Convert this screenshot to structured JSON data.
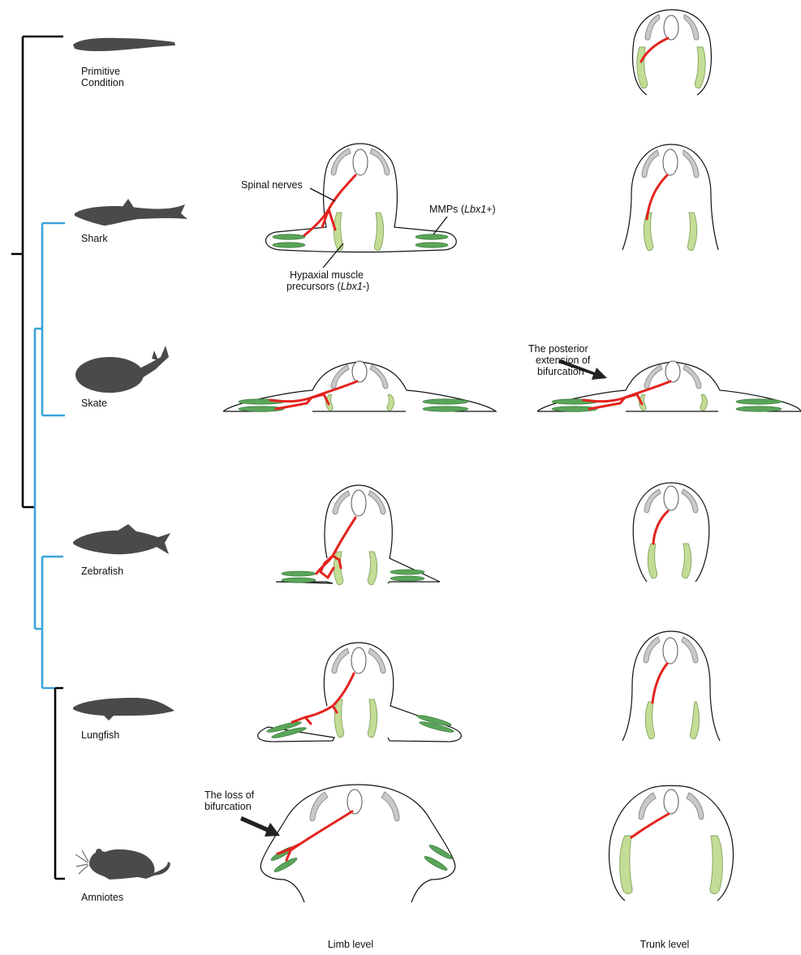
{
  "colors": {
    "nerve": "#e3231f",
    "mmp": "#5aa55a",
    "hypaxial": "#c3dd96",
    "neural": "#c9c9c9",
    "silhouette": "#4a4a4a",
    "tree_basal": "#000000",
    "tree_derived": "#3aa3d8"
  },
  "species": [
    {
      "label_lines": [
        "Primitive",
        "Condition"
      ],
      "icon": "lamprey-silhouette-icon"
    },
    {
      "label_lines": [
        "Shark"
      ],
      "icon": "shark-silhouette-icon"
    },
    {
      "label_lines": [
        "Skate"
      ],
      "icon": "skate-silhouette-icon"
    },
    {
      "label_lines": [
        "Zebrafish"
      ],
      "icon": "zebrafish-silhouette-icon"
    },
    {
      "label_lines": [
        "Lungfish"
      ],
      "icon": "lungfish-silhouette-icon"
    },
    {
      "label_lines": [
        "Amniotes"
      ],
      "icon": "mouse-silhouette-icon"
    }
  ],
  "annotations": {
    "spinal_nerves": "Spinal nerves",
    "mmps_prefix": "MMPs (",
    "mmps_gene": "Lbx1+",
    "mmps_suffix": ")",
    "hypaxial_line1": "Hypaxial muscle",
    "hypaxial_line2_prefix": "precursors (",
    "hypaxial_gene": "Lbx1-",
    "hypaxial_line2_suffix": ")",
    "posterior_ext_lines": [
      "The posterior",
      "extension of",
      "bifurcation"
    ],
    "loss_lines": [
      "The loss of",
      "bifurcation"
    ]
  },
  "columns": {
    "limb": "Limb level",
    "trunk": "Trunk level"
  }
}
